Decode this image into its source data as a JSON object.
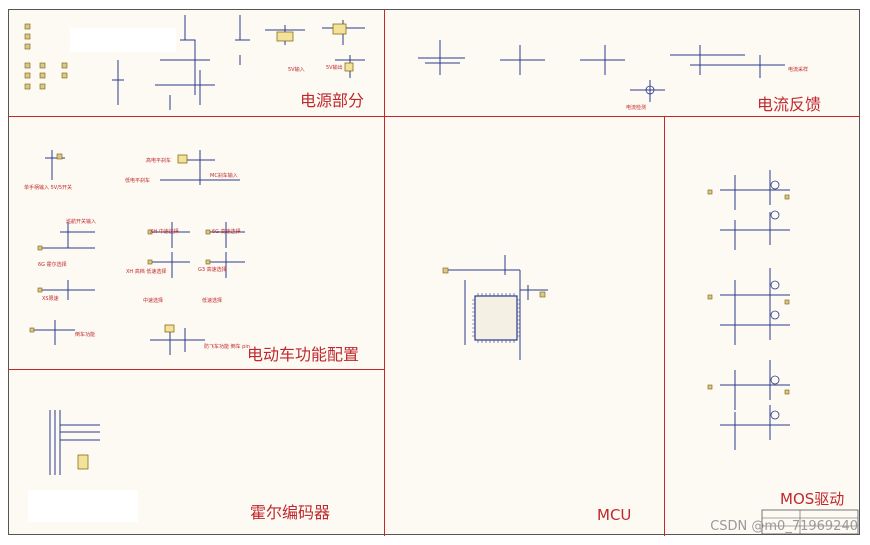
{
  "sections": {
    "power": "电源部分",
    "current_feedback": "电流反馈",
    "ev_config": "电动车功能配置",
    "mcu": "MCU",
    "hall": "霍尔编码器",
    "mos": "MOS驱动"
  },
  "power_labels": {
    "v5_a": "5V输入",
    "v5_b": "5V输出"
  },
  "feedback_labels": {
    "shunt": "电流采样",
    "current_check": "电流检测"
  },
  "config_labels": {
    "brake_high": "高电平刹车",
    "brake_low": "低电平刹车",
    "mc_signal": "MC刹车输入",
    "throttle": "单手柄输入 5V/5开关",
    "cruise": "巡航开关输入",
    "hall_select": "6G 霍尔选择",
    "xh_low": "XH 高档 低速选择",
    "g3_high": "G3 高速选择",
    "speed_low": "低速选择",
    "speed_mid": "中速选择",
    "xs_sel": "XS限速",
    "reverse": "倒车功能",
    "anti_theft": "防飞车功能 倒车 pin",
    "six_g": "6G 高速选择",
    "xh_mid": "XH 中速选择"
  },
  "watermark": "CSDN @m0_71969240"
}
